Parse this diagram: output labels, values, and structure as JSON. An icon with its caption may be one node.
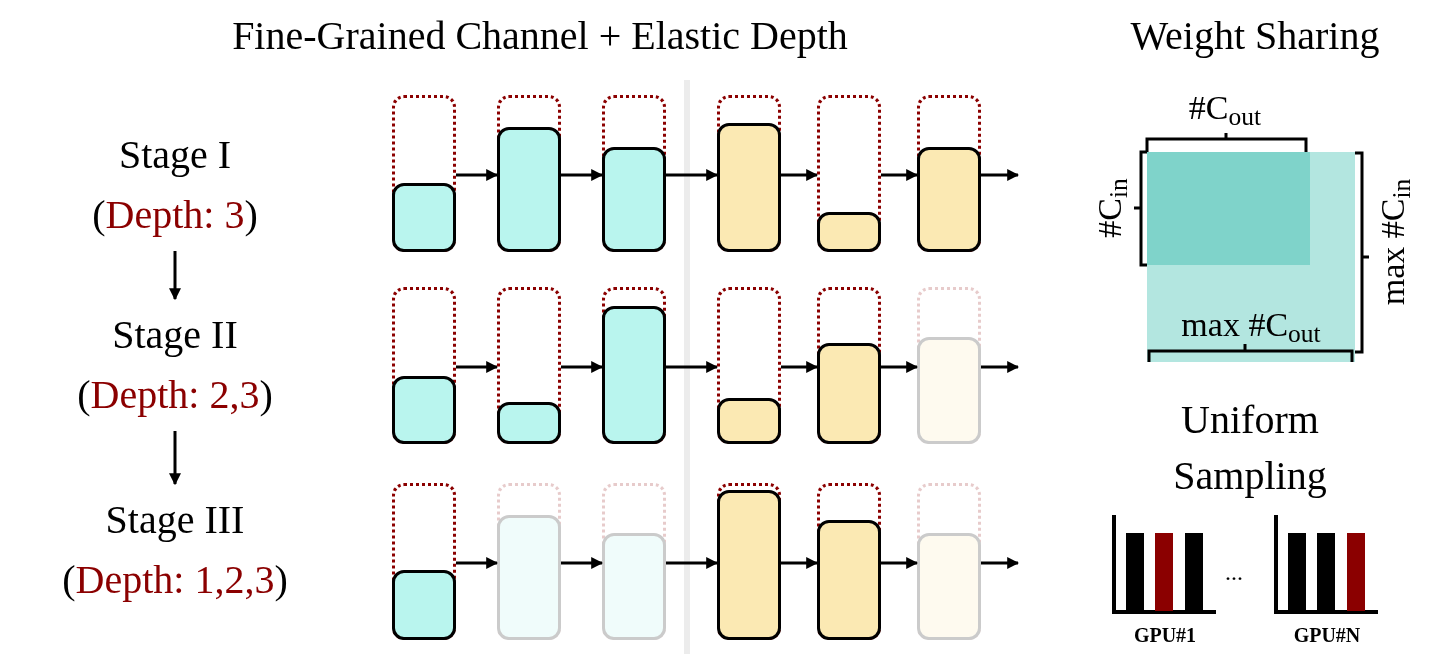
{
  "diagram": {
    "title": "Fine-Grained Channel + Elastic Depth",
    "nodes": [
      {
        "text": [
          "Stage I",
          "(Depth: 3)"
        ]
      },
      {
        "text": [
          "Stage II",
          "(Depth: 2,3)"
        ]
      },
      {
        "text": [
          "Stage III",
          "(Depth: 1,2,3)"
        ]
      },
      {
        "text": [],
        "shape": "box"
      },
      {
        "text": [],
        "shape": "box"
      },
      {
        "text": [],
        "shape": "box"
      },
      {
        "text": [],
        "shape": "box"
      },
      {
        "text": [],
        "shape": "box"
      },
      {
        "text": [],
        "shape": "box"
      },
      {
        "text": [],
        "shape": "box"
      },
      {
        "text": [],
        "shape": "box"
      },
      {
        "text": [],
        "shape": "box"
      },
      {
        "text": [],
        "shape": "box"
      },
      {
        "text": [],
        "shape": "box"
      },
      {
        "text": [],
        "shape": "box"
      },
      {
        "text": [],
        "shape": "box"
      },
      {
        "text": [],
        "shape": "box"
      },
      {
        "text": [],
        "shape": "box"
      },
      {
        "text": [],
        "shape": "box"
      },
      {
        "text": [],
        "shape": "box"
      },
      {
        "text": [],
        "shape": "box"
      }
    ],
    "edges": [
      {
        "from": 0,
        "to": 1,
        "arrow": "to"
      },
      {
        "from": 1,
        "to": 2,
        "arrow": "to"
      },
      {
        "from": 3,
        "to": 4,
        "arrow": "to"
      },
      {
        "from": 4,
        "to": 5,
        "arrow": "to"
      },
      {
        "from": 5,
        "to": 6,
        "arrow": "to"
      },
      {
        "from": 6,
        "to": 7,
        "arrow": "to"
      },
      {
        "from": 7,
        "to": 8,
        "arrow": "to"
      },
      {
        "from": 8,
        "to": null,
        "arrow": "to"
      },
      {
        "from": 9,
        "to": 10,
        "arrow": "to"
      },
      {
        "from": 10,
        "to": 11,
        "arrow": "to"
      },
      {
        "from": 11,
        "to": 12,
        "arrow": "to"
      },
      {
        "from": 12,
        "to": 13,
        "arrow": "to"
      },
      {
        "from": 13,
        "to": 14,
        "arrow": "to"
      },
      {
        "from": 14,
        "to": null,
        "arrow": "to"
      },
      {
        "from": 15,
        "to": 16,
        "arrow": "to"
      },
      {
        "from": 16,
        "to": 17,
        "arrow": "to"
      },
      {
        "from": 17,
        "to": 18,
        "arrow": "to"
      },
      {
        "from": 18,
        "to": 19,
        "arrow": "to"
      },
      {
        "from": 19,
        "to": 20,
        "arrow": "to"
      },
      {
        "from": 20,
        "to": null,
        "arrow": "to"
      }
    ],
    "labels": [
      "Weight Sharing",
      "#C$_{out}$",
      "#C$_{in}$",
      "max #C$_{in}$",
      "max #C$_{out}$",
      "Uniform Sampling",
      "...",
      "GPU#1",
      "GPU#N"
    ]
  }
}
